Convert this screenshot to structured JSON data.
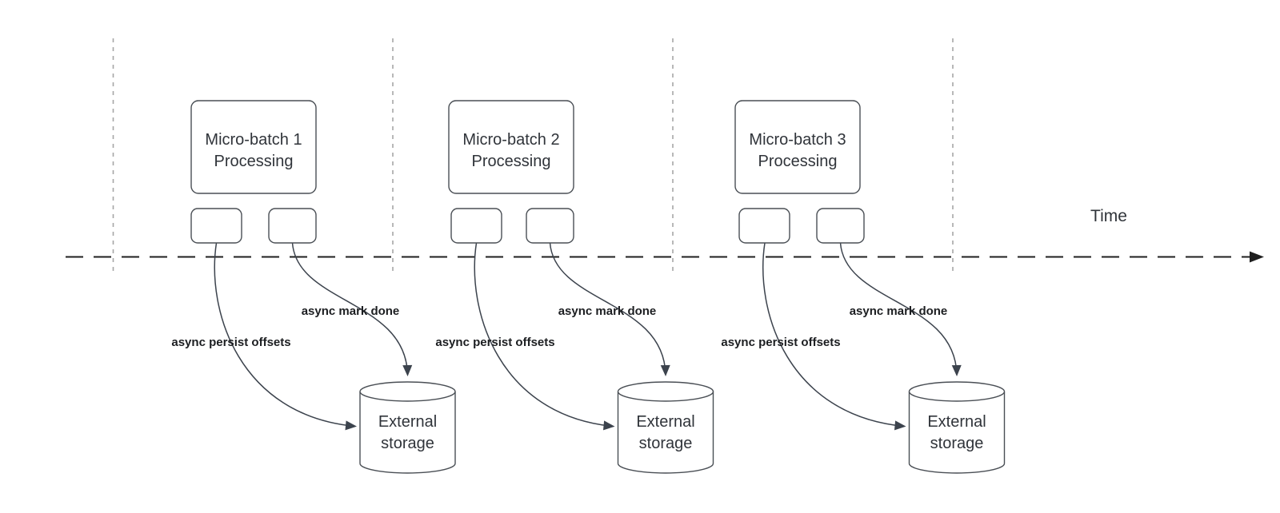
{
  "diagram": {
    "time_axis_label": "Time",
    "batches": [
      {
        "title_line1": "Micro-batch 1",
        "title_line2": "Processing",
        "persist_label": "async persist offsets",
        "done_label": "async mark done",
        "storage_line1": "External",
        "storage_line2": "storage"
      },
      {
        "title_line1": "Micro-batch 2",
        "title_line2": "Processing",
        "persist_label": "async persist offsets",
        "done_label": "async mark done",
        "storage_line1": "External",
        "storage_line2": "storage"
      },
      {
        "title_line1": "Micro-batch 3",
        "title_line2": "Processing",
        "persist_label": "async persist offsets",
        "done_label": "async mark done",
        "storage_line1": "External",
        "storage_line2": "storage"
      }
    ],
    "colors": {
      "background": "#ffffff",
      "shape_stroke": "#4a4f55",
      "connector": "#3c434d",
      "timeline": "#1f1f1f",
      "guide_line": "#a6a6a6",
      "label_text": "#1c1e21",
      "shape_text": "#30343a"
    }
  }
}
